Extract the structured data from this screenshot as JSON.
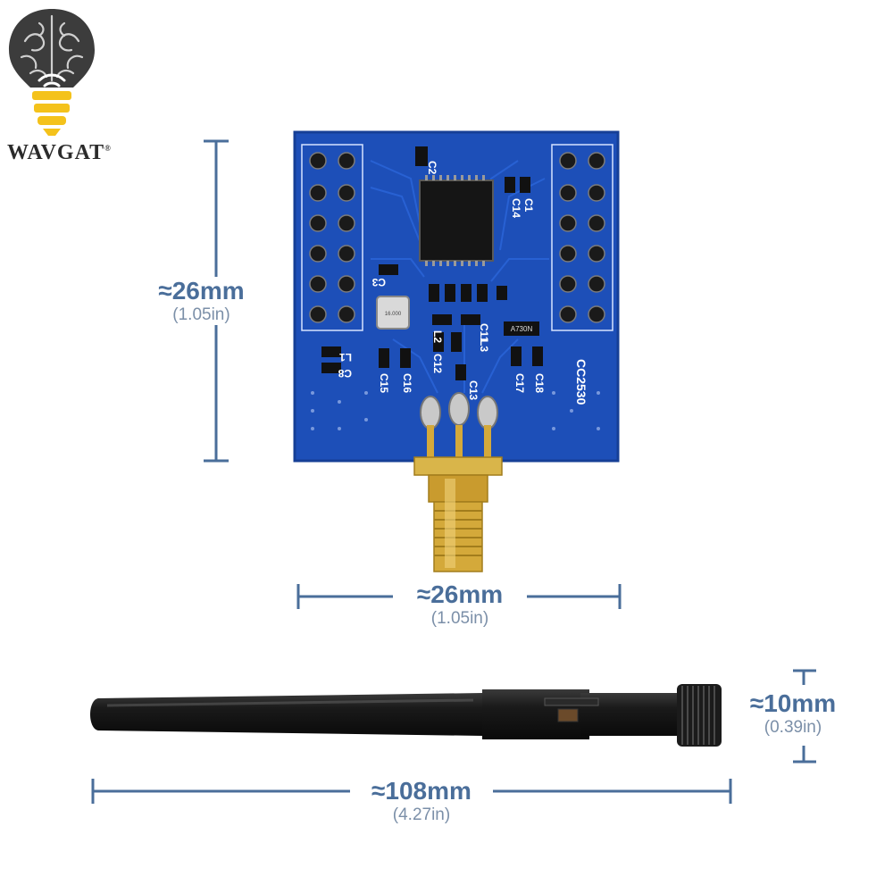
{
  "brand": {
    "name": "WAVGAT",
    "registered": "®",
    "logo_icon": "brain-bulb-icon"
  },
  "pcb": {
    "chip_label": "CC2530",
    "component_labels": [
      "C2",
      "C1",
      "C14",
      "C3",
      "L1",
      "C8",
      "C15",
      "C16",
      "L2",
      "C12",
      "C13",
      "L3",
      "C11",
      "C17",
      "C18"
    ],
    "crystal_text": "16.000",
    "diode_text": "A730N"
  },
  "dimensions": {
    "pcb_height": {
      "main": "≈26mm",
      "sub": "(1.05in)"
    },
    "pcb_width": {
      "main": "≈26mm",
      "sub": "(1.05in)"
    },
    "antenna_diameter": {
      "main": "≈10mm",
      "sub": "(0.39in)"
    },
    "antenna_length": {
      "main": "≈108mm",
      "sub": "(4.27in)"
    }
  },
  "colors": {
    "pcb_blue": "#1d4fb8",
    "gold": "#d4a93a",
    "dimension_line": "#4a6e9a",
    "antenna_black": "#151515",
    "bulb_yellow": "#f4c21b"
  }
}
